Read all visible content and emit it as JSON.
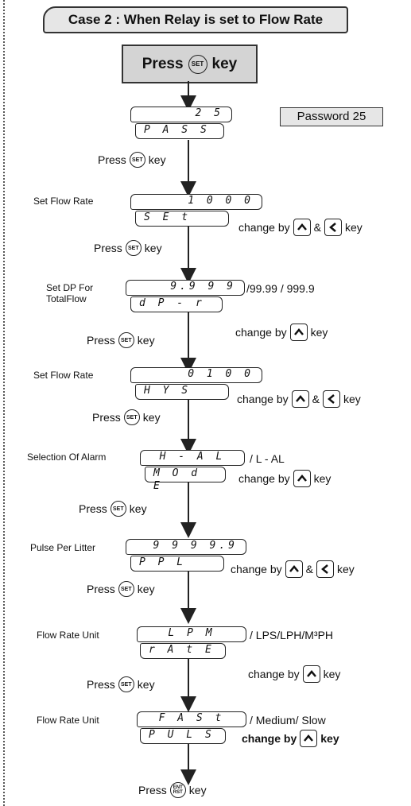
{
  "title": "Case 2 : When Relay is  set to Flow Rate",
  "start": {
    "press": "Press",
    "key": "SET",
    "suffix": "key"
  },
  "password_note": "Password 25",
  "steps": [
    {
      "top_value": "2 5",
      "bottom_value": "P A S S",
      "label": "",
      "right_top": "",
      "right_bottom": ""
    },
    {
      "top_value": "1 0 0 0",
      "bottom_value": "S E t",
      "label": "Set Flow Rate",
      "right_top": "",
      "right_bottom": "change by"
    },
    {
      "top_value": "9.9 9 9",
      "bottom_value": "d P - r",
      "label": "Set DP For TotalFlow",
      "right_top": "/99.99 / 999.9",
      "right_bottom": "change by"
    },
    {
      "top_value": "0 1 0 0",
      "bottom_value": "H Y S",
      "label": "Set Flow Rate",
      "right_top": "",
      "right_bottom": "change by"
    },
    {
      "top_value": "H - A L",
      "bottom_value": "M O d E",
      "label": "Selection Of Alarm",
      "right_top": "/ L - AL",
      "right_bottom": "change by"
    },
    {
      "top_value": "9 9 9 9.9",
      "bottom_value": "P P L",
      "label": "Pulse Per Litter",
      "right_top": "",
      "right_bottom": "change by"
    },
    {
      "top_value": "L P M",
      "bottom_value": "r A t E",
      "label": "Flow Rate Unit",
      "right_top": "/ LPS/LPH/M³PH",
      "right_bottom": "change by"
    },
    {
      "top_value": "F A S t",
      "bottom_value": "P U L S",
      "label": "Flow Rate Unit",
      "right_top": "/ Medium/ Slow",
      "right_bottom": "change by"
    }
  ],
  "press_text": "Press",
  "key_text": "key",
  "amp": "&",
  "set_key": "SET",
  "ent_key_top": "ENT",
  "ent_key_bottom": "RST"
}
